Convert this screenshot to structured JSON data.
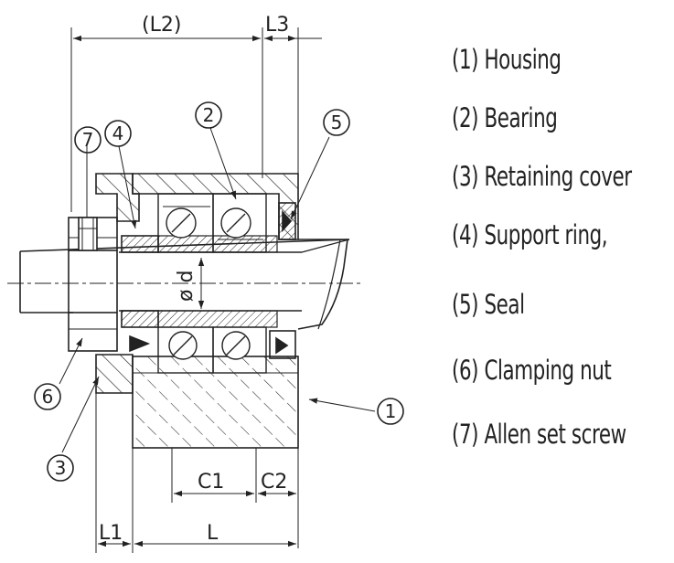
{
  "dimensions": {
    "L2": "(L2)",
    "L3": "L3",
    "C1": "C1",
    "C2": "C2",
    "L1": "L1",
    "L": "L",
    "diameter": "ø d"
  },
  "callouts": [
    "1",
    "2",
    "3",
    "4",
    "5",
    "6",
    "7"
  ],
  "legend": [
    "(1) Housing",
    "(2) Bearing",
    "(3) Retaining cover",
    "(4) Support ring,",
    "(5) Seal",
    "(6) Clamping nut",
    "(7) Allen set screw"
  ],
  "colors": {
    "line": "#222222",
    "background": "#ffffff"
  }
}
